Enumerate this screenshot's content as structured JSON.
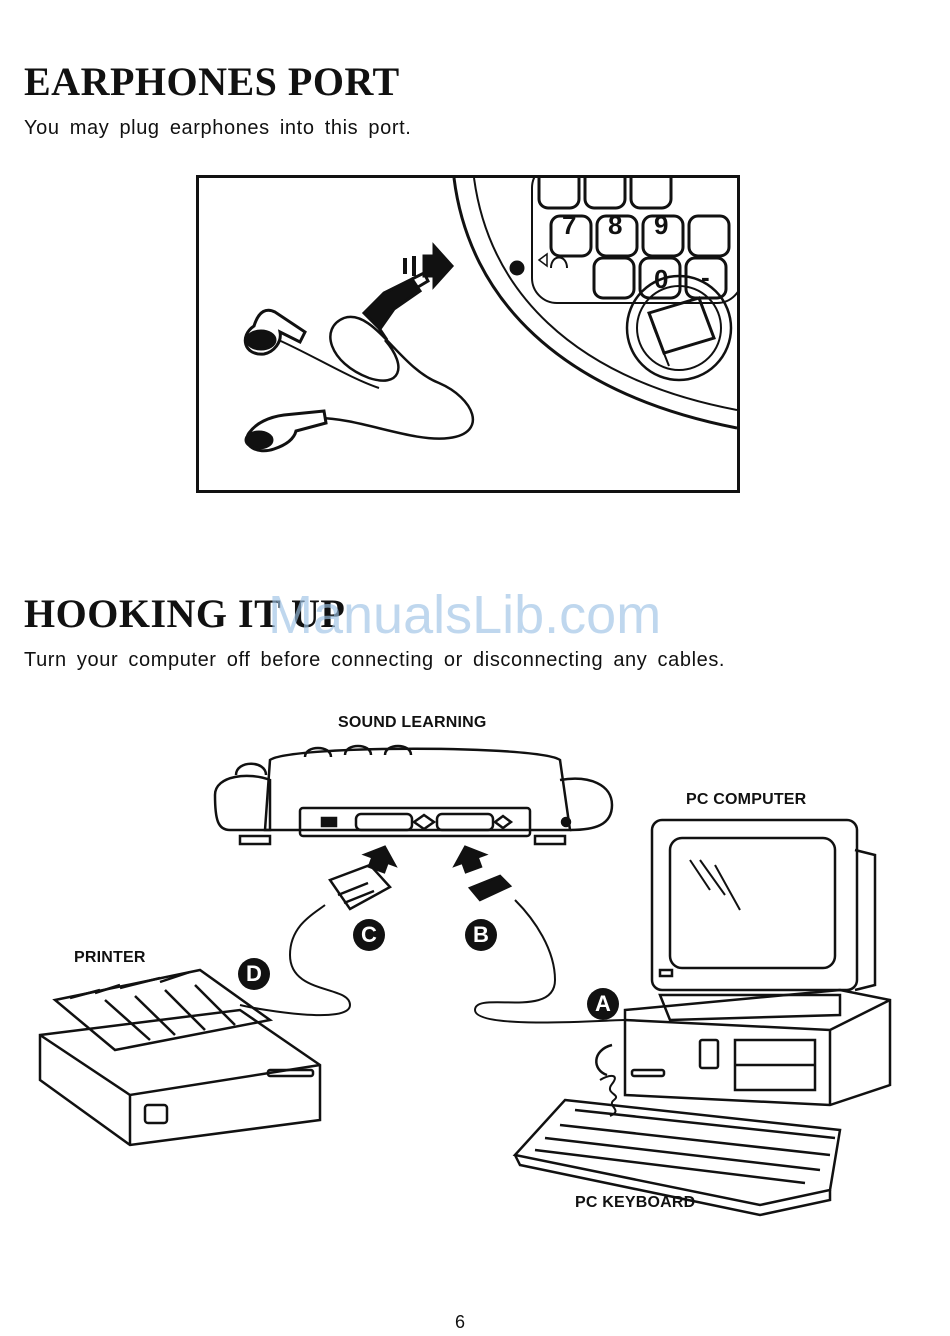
{
  "sections": {
    "earphones": {
      "title": "EARPHONES PORT",
      "text": "You may plug earphones into this port."
    },
    "hooking": {
      "title": "HOOKING IT UP",
      "text": "Turn your computer off before connecting or disconnecting any cables."
    }
  },
  "diagram": {
    "labels": {
      "sound_learning": "SOUND LEARNING",
      "pc_computer": "PC COMPUTER",
      "printer": "PRINTER",
      "pc_keyboard": "PC KEYBOARD"
    },
    "markers": {
      "a": "A",
      "b": "B",
      "c": "C",
      "d": "D"
    }
  },
  "watermark": "ManualsLib.com",
  "page_number": "6"
}
